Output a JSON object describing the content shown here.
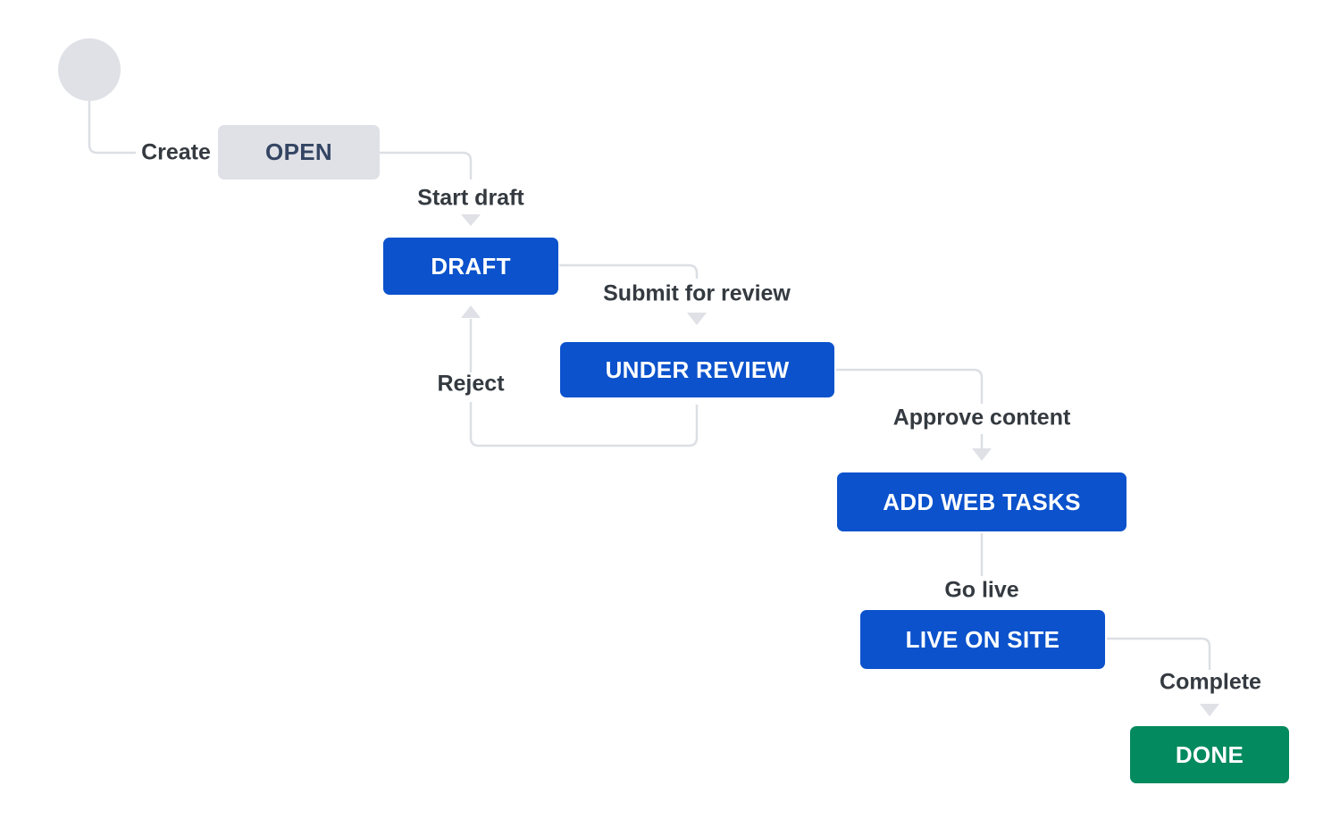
{
  "workflow": {
    "name": "workflow-status-diagram",
    "start_node": {
      "shape": "circle"
    },
    "statuses": [
      {
        "id": "open",
        "label": "OPEN",
        "category": "todo",
        "color": "#dfe1e6",
        "text_color": "#344563"
      },
      {
        "id": "draft",
        "label": "DRAFT",
        "category": "in-progress",
        "color": "#0b52cc",
        "text_color": "#ffffff"
      },
      {
        "id": "under-review",
        "label": "UNDER REVIEW",
        "category": "in-progress",
        "color": "#0b52cc",
        "text_color": "#ffffff"
      },
      {
        "id": "add-web-tasks",
        "label": "ADD WEB TASKS",
        "category": "in-progress",
        "color": "#0b52cc",
        "text_color": "#ffffff"
      },
      {
        "id": "live-on-site",
        "label": "LIVE ON SITE",
        "category": "in-progress",
        "color": "#0b52cc",
        "text_color": "#ffffff"
      },
      {
        "id": "done",
        "label": "DONE",
        "category": "done",
        "color": "#038a5e",
        "text_color": "#ffffff"
      }
    ],
    "transitions": [
      {
        "id": "create",
        "label": "Create",
        "from": "start",
        "to": "open",
        "has_arrowhead": false
      },
      {
        "id": "start-draft",
        "label": "Start draft",
        "from": "open",
        "to": "draft",
        "has_arrowhead": true
      },
      {
        "id": "submit-for-review",
        "label": "Submit for review",
        "from": "draft",
        "to": "under-review",
        "has_arrowhead": true
      },
      {
        "id": "reject",
        "label": "Reject",
        "from": "under-review",
        "to": "draft",
        "has_arrowhead": true
      },
      {
        "id": "approve-content",
        "label": "Approve content",
        "from": "under-review",
        "to": "add-web-tasks",
        "has_arrowhead": true
      },
      {
        "id": "go-live",
        "label": "Go live",
        "from": "add-web-tasks",
        "to": "live-on-site",
        "has_arrowhead": false
      },
      {
        "id": "complete",
        "label": "Complete",
        "from": "live-on-site",
        "to": "done",
        "has_arrowhead": true
      }
    ],
    "colors": {
      "status_blue": "#0b52cc",
      "status_green": "#038a5e",
      "status_gray": "#dfe1e6",
      "gray_status_text": "#344563",
      "connector_line": "#dcdfe4",
      "arrowhead": "#dfe1e6",
      "transition_label_text": "#343a40",
      "background": "#ffffff"
    }
  }
}
